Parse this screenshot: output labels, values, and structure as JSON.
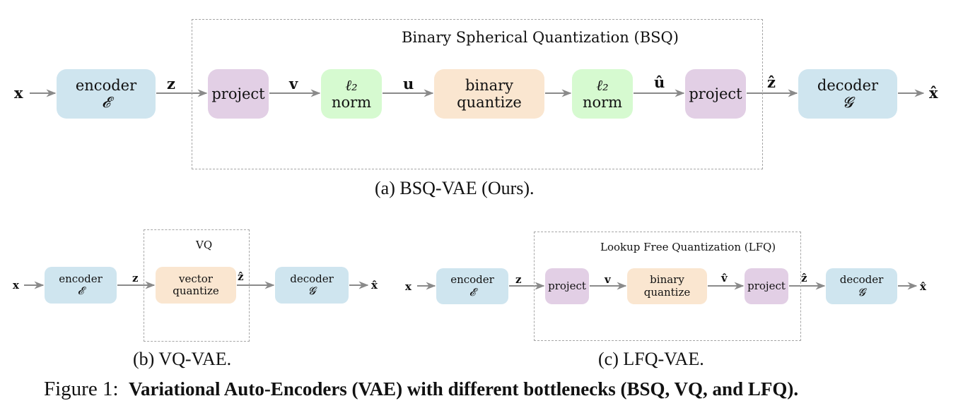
{
  "figure": {
    "number_label": "Figure 1:",
    "title": "Variational Auto-Encoders (VAE) with different bottlenecks (BSQ, VQ, and LFQ)."
  },
  "panel_a": {
    "caption": "(a)  BSQ-VAE (Ours).",
    "group_title": "Binary Spherical Quantization (BSQ)",
    "input": "x",
    "output": "x̂",
    "nodes": {
      "encoder": {
        "label": "encoder",
        "symbol": "𝓔"
      },
      "project_in": {
        "label": "project"
      },
      "norm1": {
        "symbol": "ℓ₂",
        "label": "norm"
      },
      "binary_quantize": {
        "line1": "binary",
        "line2": "quantize"
      },
      "norm2": {
        "symbol": "ℓ₂",
        "label": "norm"
      },
      "project_out": {
        "label": "project"
      },
      "decoder": {
        "label": "decoder",
        "symbol": "𝓖"
      }
    },
    "edges": {
      "z": "z",
      "v": "v",
      "u": "u",
      "u_hat": "û",
      "z_hat": "ẑ"
    }
  },
  "panel_b": {
    "caption": "(b)  VQ-VAE.",
    "group_title": "VQ",
    "input": "x",
    "output": "x̂",
    "nodes": {
      "encoder": {
        "label": "encoder",
        "symbol": "𝓔"
      },
      "vector_quantize": {
        "line1": "vector",
        "line2": "quantize"
      },
      "decoder": {
        "label": "decoder",
        "symbol": "𝓖"
      }
    },
    "edges": {
      "z": "z",
      "z_hat": "ẑ"
    }
  },
  "panel_c": {
    "caption": "(c)  LFQ-VAE.",
    "group_title": "Lookup Free Quantization (LFQ)",
    "input": "x",
    "output": "x̂",
    "nodes": {
      "encoder": {
        "label": "encoder",
        "symbol": "𝓔"
      },
      "project_in": {
        "label": "project"
      },
      "binary_quantize": {
        "line1": "binary",
        "line2": "quantize"
      },
      "project_out": {
        "label": "project"
      },
      "decoder": {
        "label": "decoder",
        "symbol": "𝓖"
      }
    },
    "edges": {
      "z": "z",
      "v": "v",
      "v_hat": "v̂",
      "z_hat": "ẑ"
    }
  },
  "colors": {
    "encoder_decoder": "#cfe5ef",
    "project": "#e2cfe5",
    "norm": "#d6fad0",
    "quantize": "#fae6d0",
    "arrow": "#8a8a8a",
    "dashed_border": "#a6a6a6"
  }
}
